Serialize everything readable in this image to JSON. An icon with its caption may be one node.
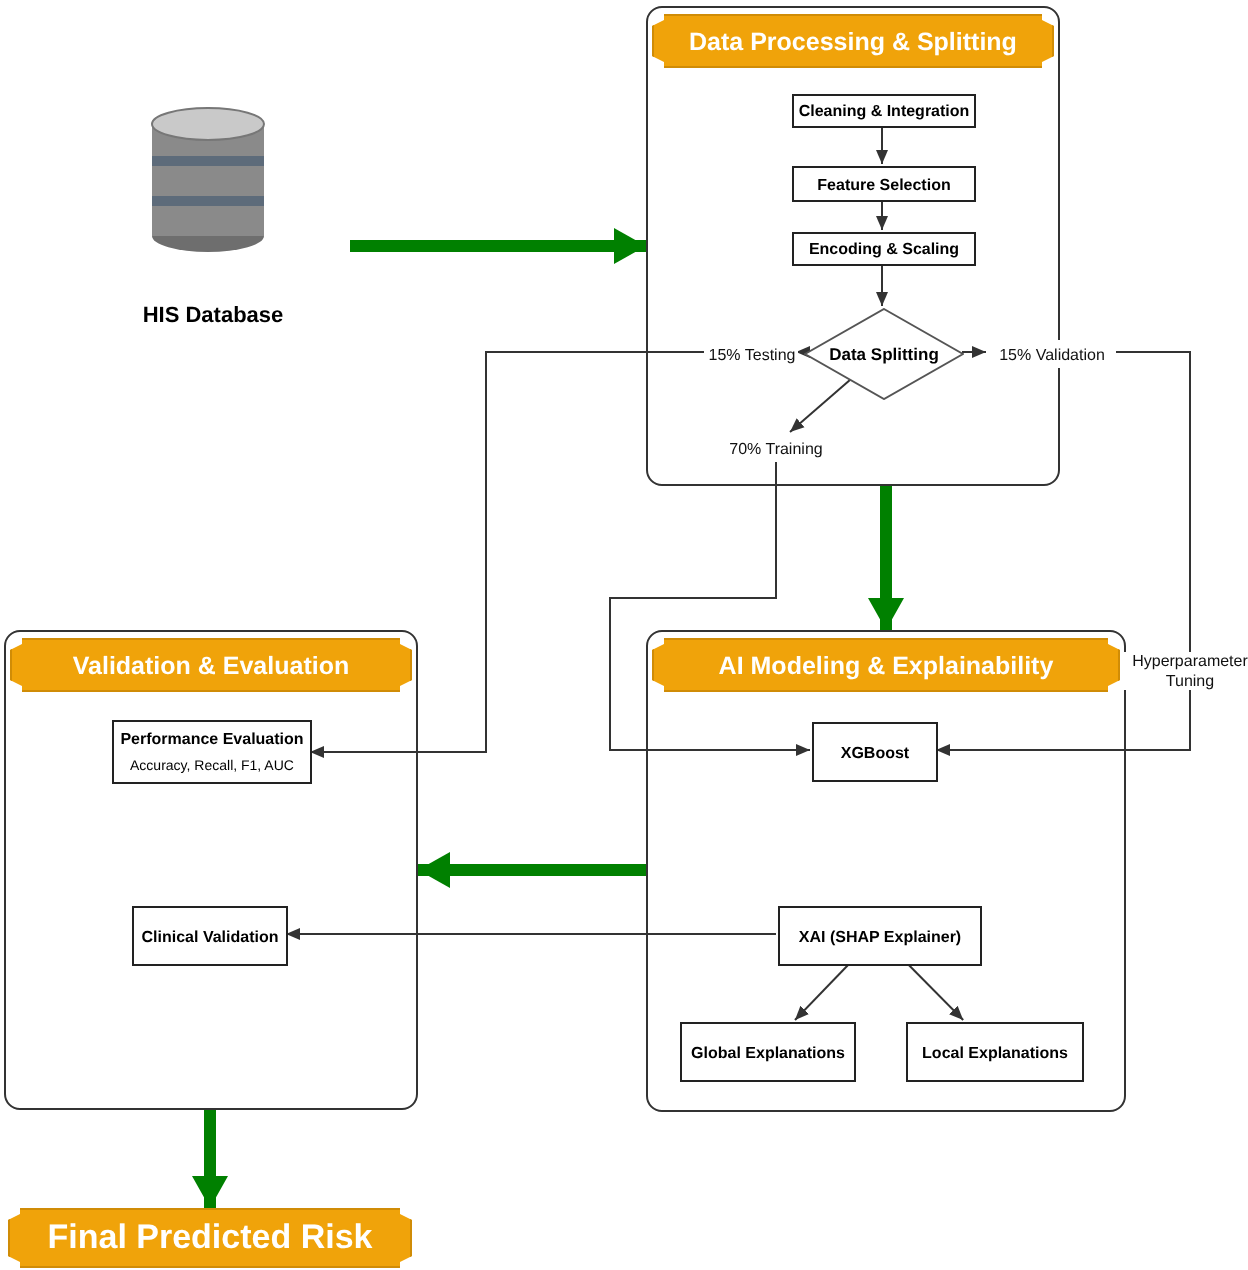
{
  "diagram": {
    "nodes": [
      {
        "text": [
          "HIS Database"
        ]
      },
      {
        "text": [],
        "shape": "box"
      },
      {
        "text": [
          "Data Processing & Splitting"
        ],
        "in": 1
      },
      {
        "text": [
          "Cleaning & Integration"
        ],
        "in": 1
      },
      {
        "text": [
          "Feature Selection"
        ],
        "in": 1
      },
      {
        "text": [
          "Encoding & Scaling"
        ],
        "in": 1
      },
      {
        "text": [
          "Data Splitting"
        ],
        "in": 1
      },
      {
        "text": [
          "15% Testing"
        ],
        "in": 1
      },
      {
        "text": [
          "15% Validation"
        ],
        "in": 1
      },
      {
        "text": [
          "70% Training"
        ],
        "in": 1
      },
      {
        "text": [],
        "shape": "box"
      },
      {
        "text": [
          "AI Modeling & Explainability"
        ],
        "in": 10
      },
      {
        "text": [
          "XGBoost"
        ],
        "in": 10
      },
      {
        "text": [
          "XAI (SHAP Explainer)"
        ],
        "in": 10
      },
      {
        "text": [
          "Global Explanations"
        ],
        "in": 10
      },
      {
        "text": [
          "Local Explanations"
        ],
        "in": 10
      },
      {
        "text": [],
        "shape": "box"
      },
      {
        "text": [
          "Validation & Evaluation"
        ],
        "in": 16
      },
      {
        "text": [
          "Performance Evaluation",
          "Accuracy, Recall, F1, AUC"
        ],
        "in": 16
      },
      {
        "text": [
          "Clinical Validation"
        ],
        "in": 16
      },
      {
        "text": [
          "Final Predicted Risk"
        ]
      }
    ],
    "edges": [
      {
        "from": 0,
        "to": 1,
        "arrow": "to",
        "style": "thick",
        "color": "#008000"
      },
      {
        "from": 3,
        "to": 4,
        "arrow": "to"
      },
      {
        "from": 4,
        "to": 5,
        "arrow": "to"
      },
      {
        "from": 5,
        "to": 6,
        "arrow": "to"
      },
      {
        "from": 6,
        "to": 7,
        "arrow": "to"
      },
      {
        "from": 6,
        "to": 8,
        "arrow": "to"
      },
      {
        "from": 6,
        "to": 9,
        "arrow": "to"
      },
      {
        "from": 7,
        "to": 18,
        "arrow": "to"
      },
      {
        "from": 9,
        "to": 12,
        "arrow": "to"
      },
      {
        "from": 8,
        "to": 12,
        "arrow": "to",
        "label": "Hyperparameter Tuning"
      },
      {
        "from": 1,
        "to": 10,
        "arrow": "to",
        "style": "thick",
        "color": "#008000"
      },
      {
        "from": 10,
        "to": 16,
        "arrow": "to",
        "style": "thick",
        "color": "#008000"
      },
      {
        "from": 13,
        "to": 19,
        "arrow": "to"
      },
      {
        "from": 13,
        "to": 14,
        "arrow": "to"
      },
      {
        "from": 13,
        "to": 15,
        "arrow": "to"
      },
      {
        "from": 16,
        "to": 20,
        "arrow": "to",
        "style": "thick",
        "color": "#008000"
      }
    ]
  }
}
